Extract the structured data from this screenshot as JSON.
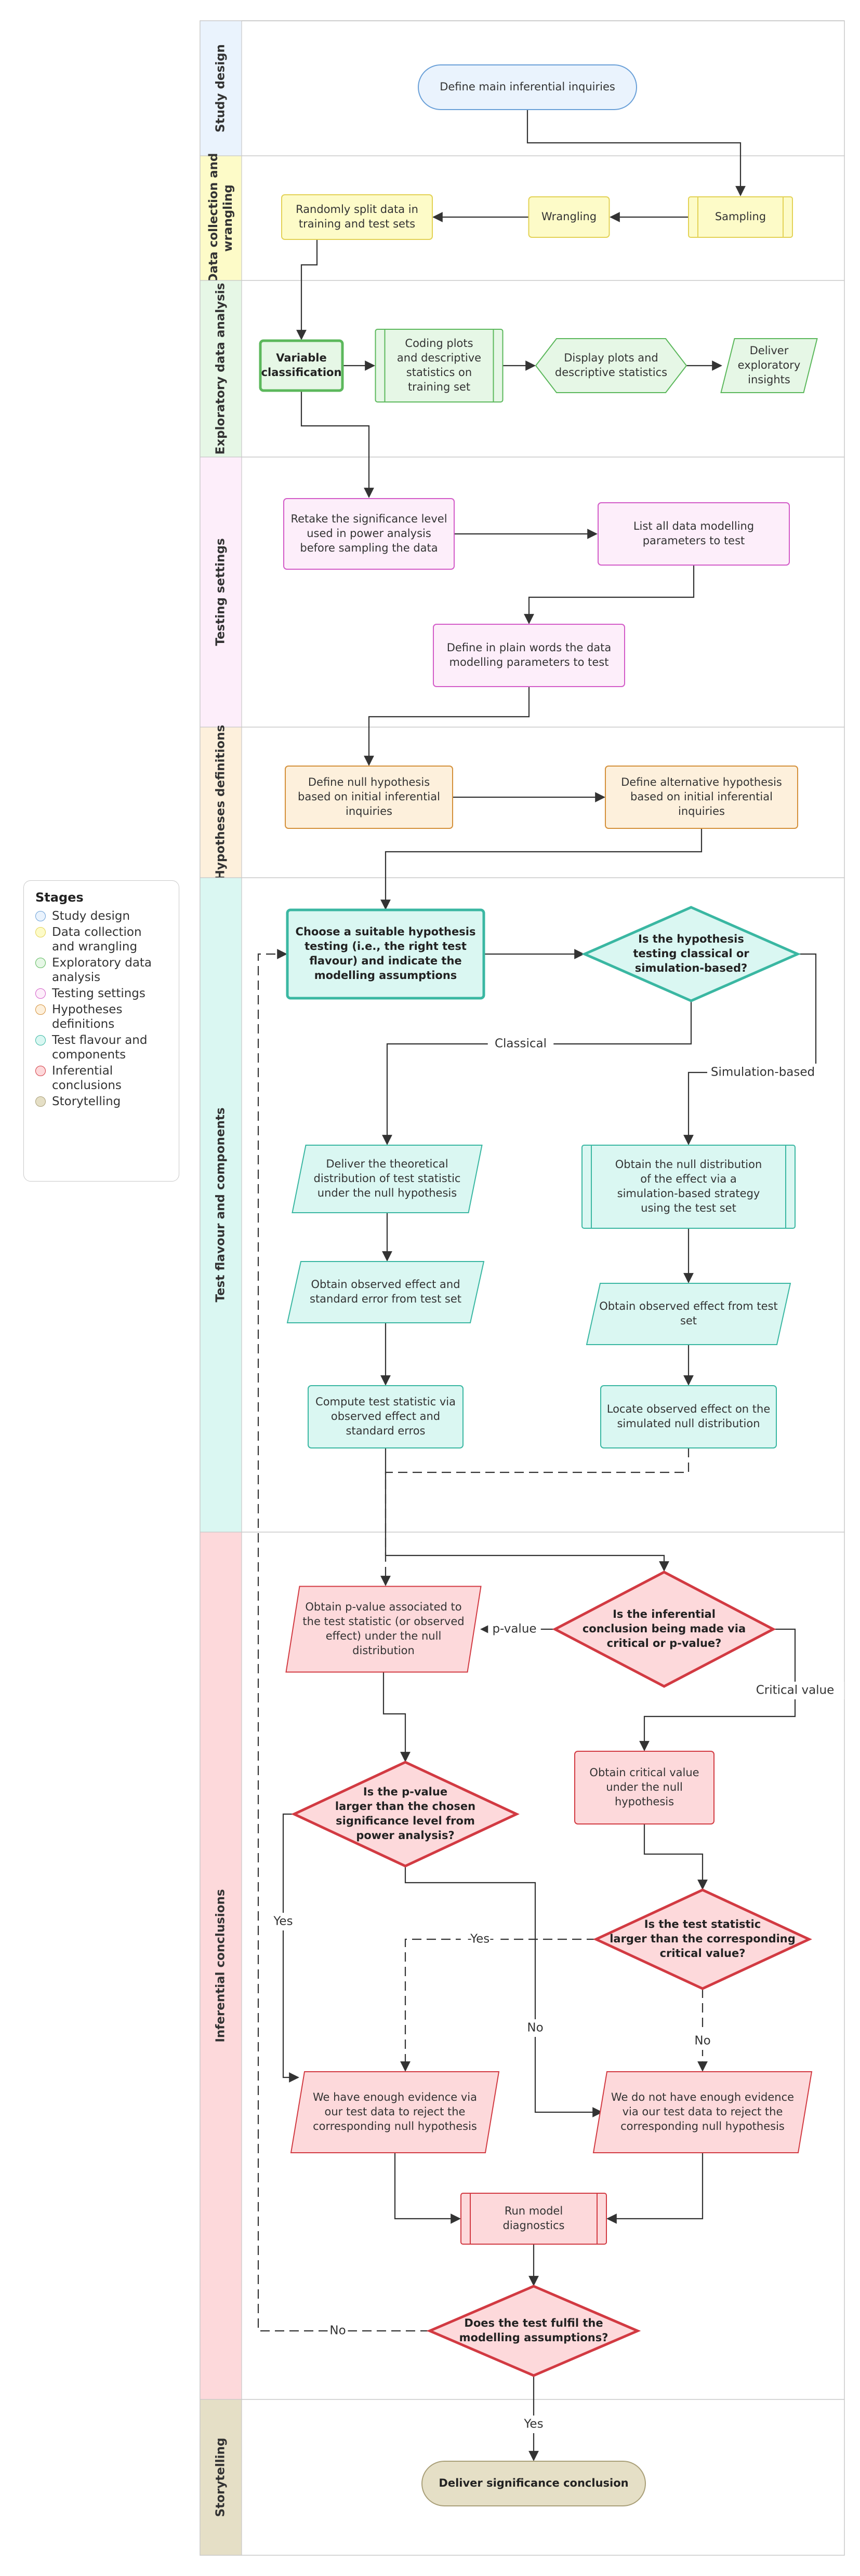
{
  "colors": {
    "study_design": {
      "fill": "#eaf3fd",
      "stroke": "#6aa0d8"
    },
    "data_collection": {
      "fill": "#fdfbc8",
      "stroke": "#e3d256"
    },
    "eda": {
      "fill": "#e6f7e6",
      "stroke": "#5cb85c"
    },
    "testing": {
      "fill": "#fdeefa",
      "stroke": "#d35cc8"
    },
    "hypotheses": {
      "fill": "#fdf0dc",
      "stroke": "#d4903a"
    },
    "test_flavour": {
      "fill": "#daf7f2",
      "stroke": "#3ab7a2"
    },
    "inferential": {
      "fill": "#fdd9db",
      "stroke": "#d23a42"
    },
    "storytelling": {
      "fill": "#e5dfc6",
      "stroke": "#a99f78"
    }
  },
  "lanes": [
    {
      "id": "study_design",
      "label": "Study design"
    },
    {
      "id": "data_collection",
      "label": "Data collection and wrangling"
    },
    {
      "id": "eda",
      "label": "Exploratory data analysis"
    },
    {
      "id": "testing",
      "label": "Testing settings"
    },
    {
      "id": "hypotheses",
      "label": "Hypotheses definitions"
    },
    {
      "id": "test_flavour",
      "label": "Test flavour and components"
    },
    {
      "id": "inferential",
      "label": "Inferential conclusions"
    },
    {
      "id": "storytelling",
      "label": "Storytelling"
    }
  ],
  "nodes": {
    "define_inquiries": "Define main inferential inquiries",
    "sampling": "Sampling",
    "wrangling": "Wrangling",
    "split_data": "Randomly split data in training and test sets",
    "variable_classification": "Variable classification",
    "coding_plots": "Coding plots and descriptive statistics on training set",
    "display_plots": "Display plots and descriptive statistics",
    "deliver_insights": "Deliver exploratory insights",
    "retake_significance": "Retake the significance level used in power analysis before sampling the data",
    "list_parameters": "List all data modelling parameters to test",
    "define_plain_words": "Define in plain words the data modelling parameters to test",
    "define_null": "Define null hypothesis based on initial inferential inquiries",
    "define_alternative": "Define alternative hypothesis based on initial inferential inquiries",
    "choose_test": "Choose a suitable hypothesis testing (i.e., the right test flavour) and indicate the modelling assumptions",
    "classical_or_sim": "Is the hypothesis testing classical or simulation-based?",
    "deliver_theoretical": "Deliver the theoretical distribution of test statistic under the null hypothesis",
    "obtain_null_dist": "Obtain the null distribution of the effect via a simulation-based strategy using the test set",
    "obtain_effect_se": "Obtain observed effect and standard error from test set",
    "obtain_effect": "Obtain observed effect from test set",
    "compute_statistic": "Compute test statistic via observed effect and standard erros",
    "locate_effect": "Locate observed effect on the simulated null distribution",
    "obtain_pvalue": "Obtain p-value associated to the test statistic (or observed effect) under the null distribution",
    "critical_or_pvalue": "Is the inferential conclusion being made via critical or p-value?",
    "obtain_critical": "Obtain critical value under the null hypothesis",
    "pvalue_larger": "Is the p-value larger than the chosen significance level from power analysis?",
    "statistic_larger": "Is the test statistic larger than the corresponding critical value?",
    "enough_evidence": "We have enough evidence via our test data to reject the corresponding null hypothesis",
    "not_enough_evidence": "We do not have enough evidence via our test data to reject the corresponding null hypothesis",
    "run_diagnostics": "Run model diagnostics",
    "fulfil_assumptions": "Does the test fulfil the modelling assumptions?",
    "deliver_conclusion": "Deliver significance conclusion"
  },
  "edge_labels": {
    "classical": "Classical",
    "simulation": "Simulation-based",
    "pvalue": "p-value",
    "critical": "Critical value",
    "yes": "Yes",
    "yes_dashed": "-Yes-",
    "no": "No",
    "no_loop": "No",
    "yes_final": "Yes"
  },
  "legend": {
    "title": "Stages",
    "items": [
      {
        "label": "Study design",
        "color": "study_design"
      },
      {
        "label": "Data collection and wrangling",
        "color": "data_collection"
      },
      {
        "label": "Exploratory data analysis",
        "color": "eda"
      },
      {
        "label": "Testing settings",
        "color": "testing"
      },
      {
        "label": "Hypotheses definitions",
        "color": "hypotheses"
      },
      {
        "label": "Test flavour and components",
        "color": "test_flavour"
      },
      {
        "label": "Inferential conclusions",
        "color": "inferential"
      },
      {
        "label": "Storytelling",
        "color": "storytelling"
      }
    ]
  }
}
